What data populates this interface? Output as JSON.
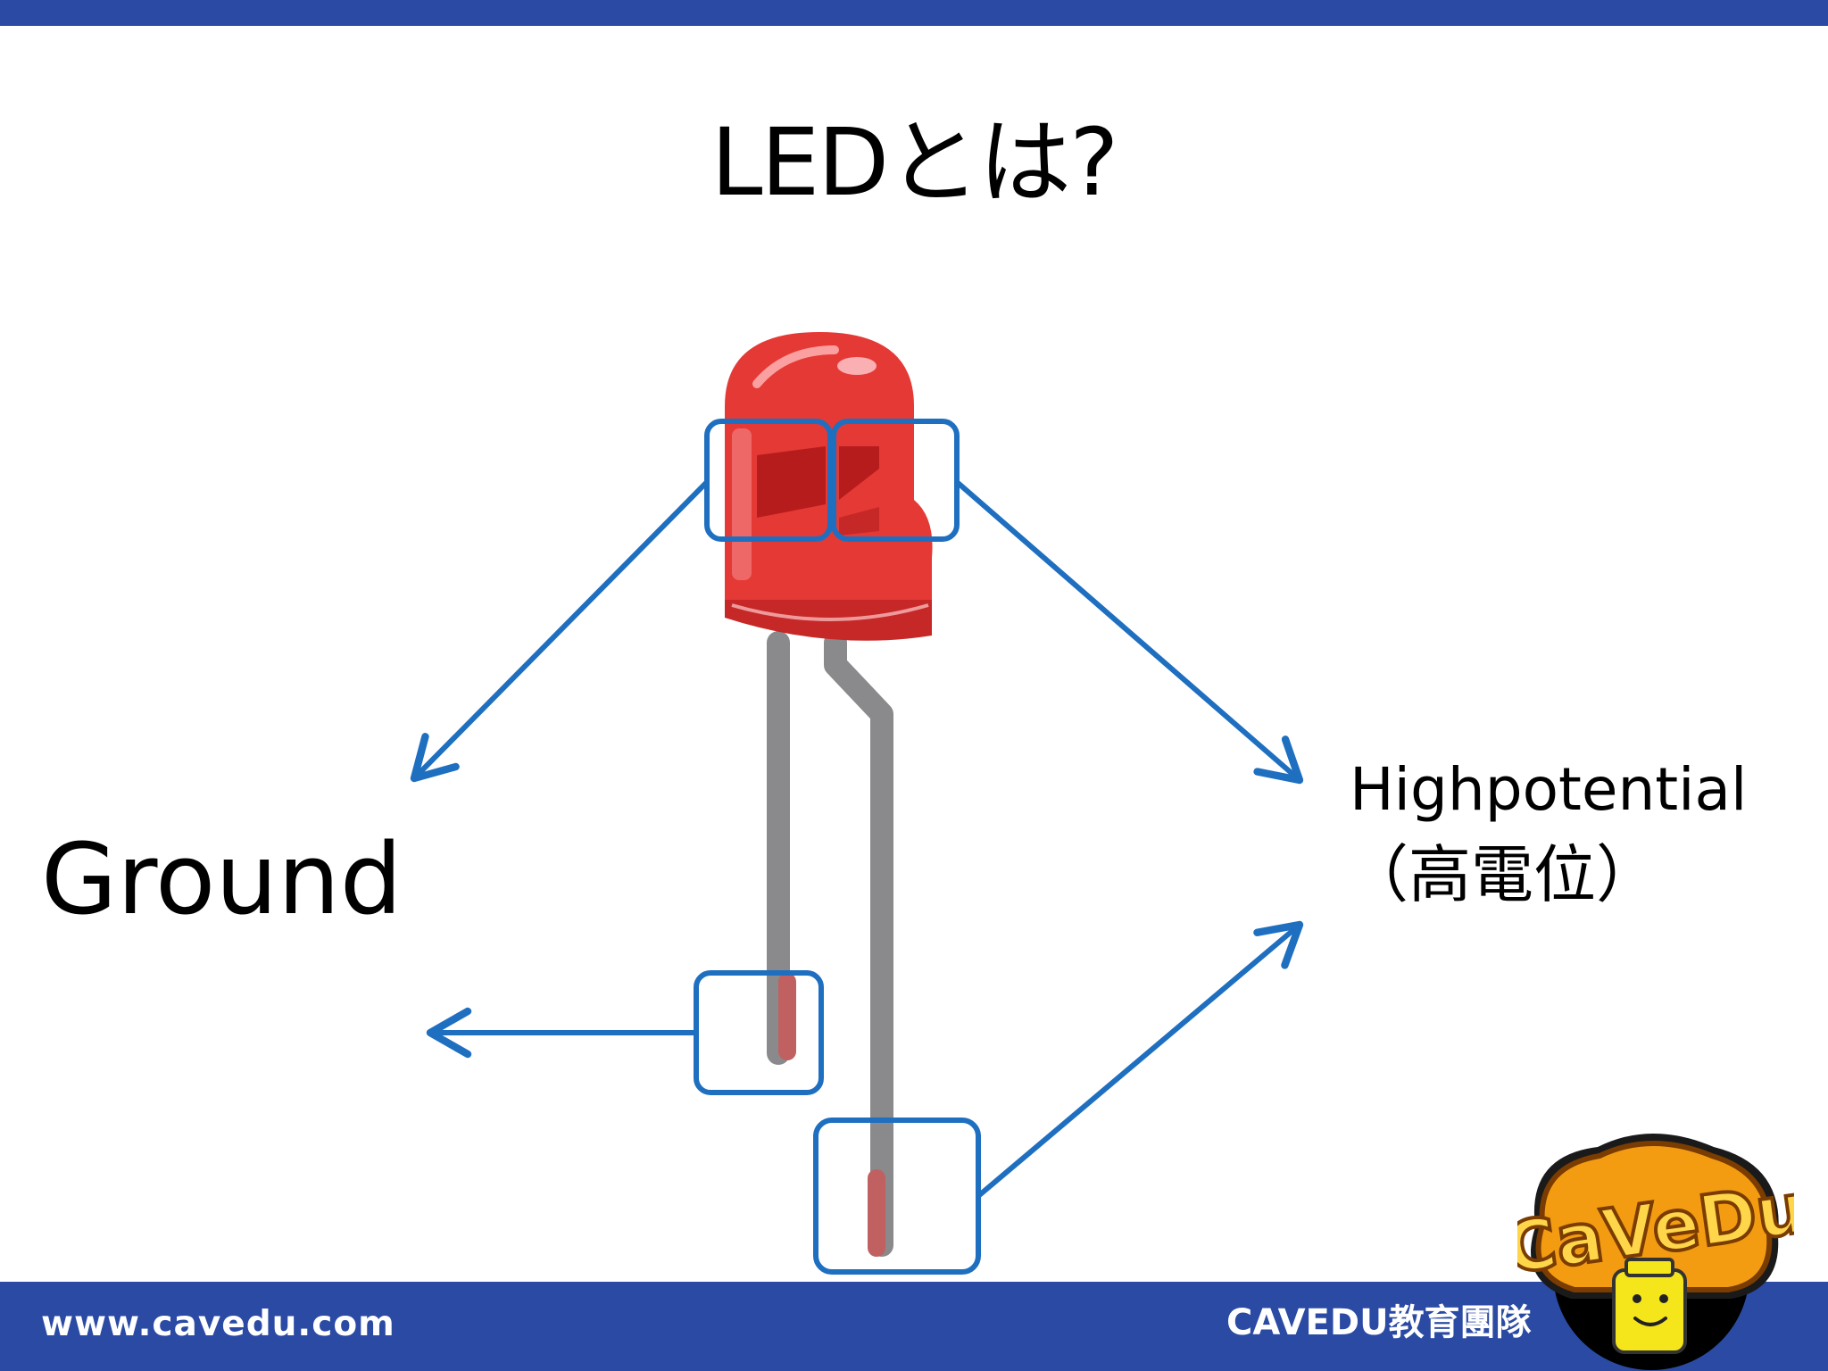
{
  "slide": {
    "title": "LEDとは?",
    "ground_label": "Ground",
    "high_label": "Highpotential",
    "high_label_sub": "（高電位）"
  },
  "footer": {
    "url": "www.cavedu.com",
    "team": "CAVEDU教育團隊"
  },
  "logo": {
    "text": "CaVeDu"
  },
  "colors": {
    "bar": "#2a4aa3",
    "callout": "#1f6fc0",
    "led_red": "#e53935",
    "lead_gray": "#8a8a8d"
  }
}
